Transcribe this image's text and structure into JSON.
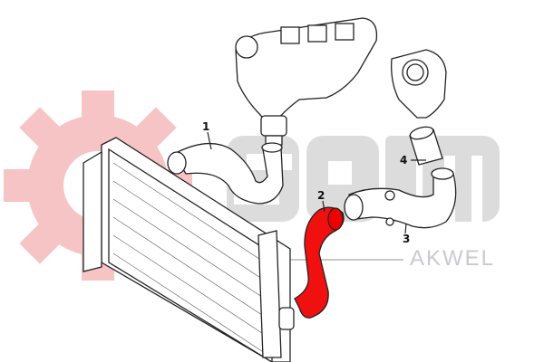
{
  "watermark": {
    "brand": "seam",
    "sub_brand": "AKWEL",
    "gear_color": "#f4b8b8",
    "letters_color": "#d9d9d9",
    "akwel_color": "#c9c9d2"
  },
  "callouts": [
    {
      "label": "1",
      "part": "hose"
    },
    {
      "label": "2",
      "part": "hose",
      "highlighted": true
    },
    {
      "label": "3",
      "part": "hose"
    },
    {
      "label": "4",
      "part": "hose"
    }
  ],
  "highlight_color": "#f01010"
}
